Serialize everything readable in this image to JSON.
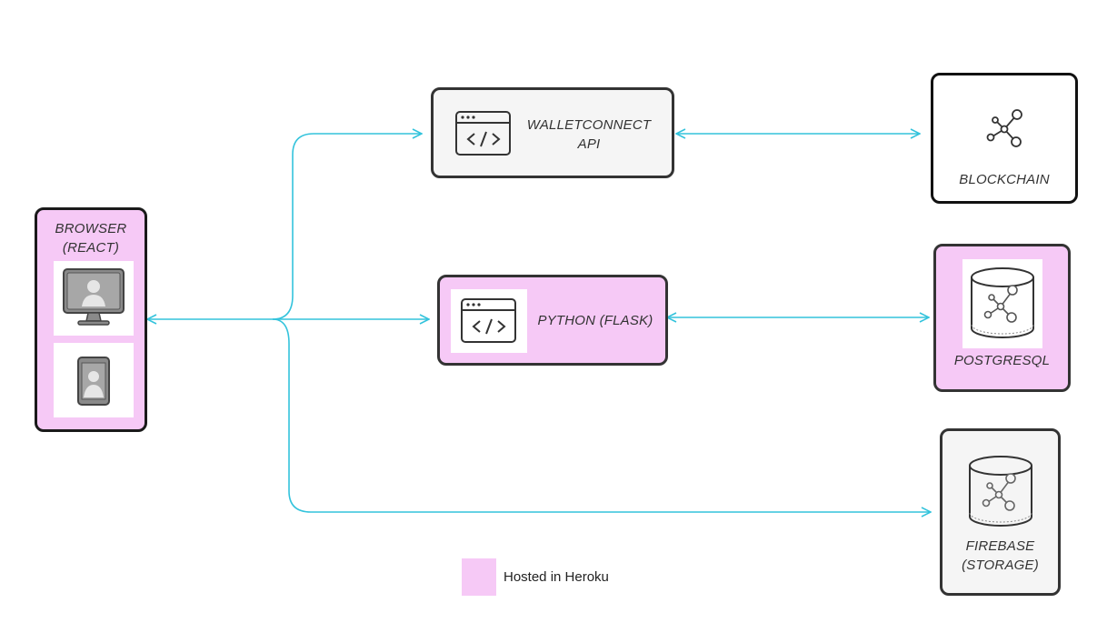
{
  "colors": {
    "connector": "#33c3dc",
    "heroku_fill": "#f6c9f6",
    "default_fill": "#f5f5f5",
    "white_fill": "#ffffff",
    "border": "#333333"
  },
  "nodes": {
    "browser": {
      "line1": "BROWSER",
      "line2": "(REACT)",
      "hosted_in_heroku": true
    },
    "walletconnect": {
      "line1": "WALLETCONNECT",
      "line2": "API",
      "hosted_in_heroku": false
    },
    "python": {
      "label": "PYTHON (FLASK)",
      "hosted_in_heroku": true
    },
    "blockchain": {
      "label": "BLOCKCHAIN",
      "hosted_in_heroku": false
    },
    "postgresql": {
      "label": "POSTGRESQL",
      "hosted_in_heroku": true
    },
    "firebase": {
      "line1": "FIREBASE",
      "line2": "(STORAGE)",
      "hosted_in_heroku": false
    }
  },
  "icons": {
    "browser_desktop": "desktop-user-icon",
    "browser_mobile": "mobile-user-icon",
    "walletconnect": "code-window-icon",
    "python": "code-window-icon",
    "blockchain": "network-nodes-icon",
    "postgresql": "database-icon",
    "firebase": "database-icon"
  },
  "legend": {
    "label": "Hosted in Heroku"
  }
}
